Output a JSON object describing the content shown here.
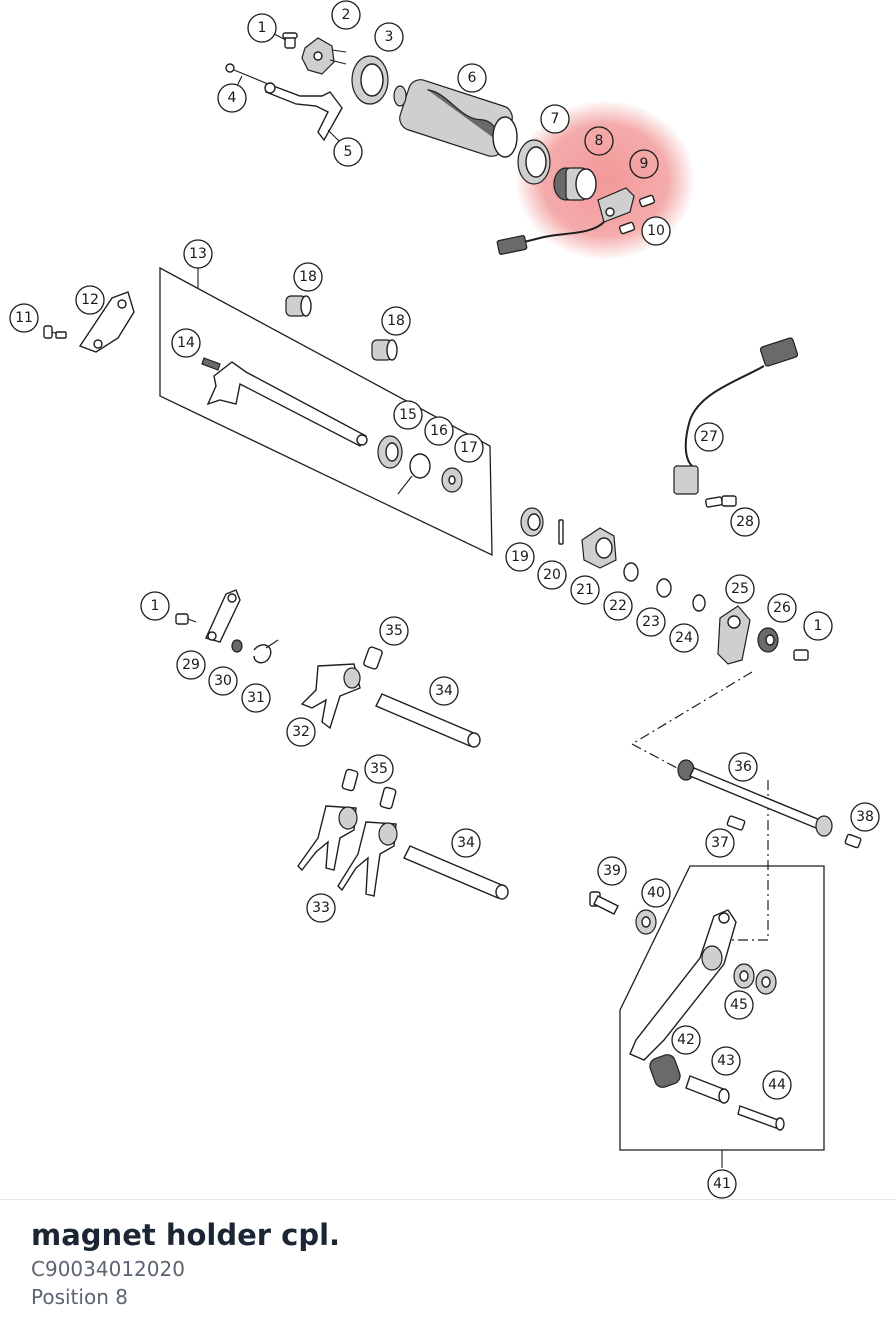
{
  "diagram": {
    "callouts": [
      "1",
      "2",
      "3",
      "4",
      "5",
      "6",
      "7",
      "8",
      "9",
      "10",
      "11",
      "12",
      "13",
      "14",
      "18",
      "18",
      "15",
      "16",
      "17",
      "27",
      "28",
      "19",
      "20",
      "21",
      "22",
      "23",
      "24",
      "25",
      "26",
      "1",
      "1",
      "29",
      "30",
      "31",
      "35",
      "34",
      "32",
      "36",
      "38",
      "37",
      "35",
      "34",
      "33",
      "39",
      "40",
      "45",
      "42",
      "43",
      "44",
      "41"
    ],
    "highlight_color": "#e84545"
  },
  "footer": {
    "part_name": "magnet holder cpl.",
    "part_number": "C90034012020",
    "position": "Position 8"
  }
}
